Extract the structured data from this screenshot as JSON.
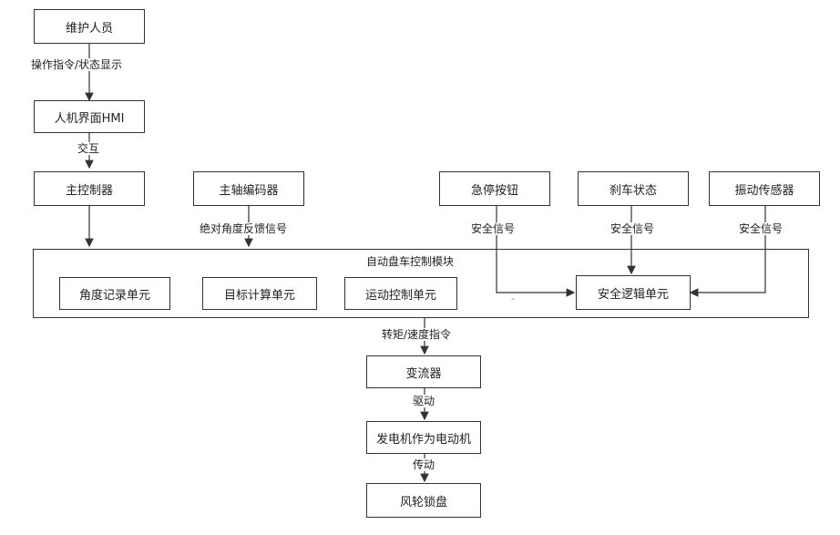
{
  "nodes": {
    "maintainer": "维护人员",
    "hmi": "人机界面HMI",
    "main_controller": "主控制器",
    "spindle_encoder": "主轴编码器",
    "estop_button": "急停按钮",
    "brake_status": "刹车状态",
    "vibration_sensor": "振动传感器",
    "auto_lock_module": "自动盘车控制模块",
    "angle_record_unit": "角度记录单元",
    "target_calc_unit": "目标计算单元",
    "motion_control_unit": "运动控制单元",
    "safety_logic_unit": "安全逻辑单元",
    "converter": "变流器",
    "generator_as_motor": "发电机作为电动机",
    "wind_rotor_lock": "风轮锁盘"
  },
  "edges": {
    "op_cmd_status": "操作指令/状态显示",
    "interact": "交互",
    "abs_angle_feedback": "绝对角度反馈信号",
    "safety_signal_1": "安全信号",
    "safety_signal_2": "安全信号",
    "safety_signal_3": "安全信号",
    "torque_speed_cmd": "转矩/速度指令",
    "drive": "驱动",
    "transmit": "传动"
  }
}
